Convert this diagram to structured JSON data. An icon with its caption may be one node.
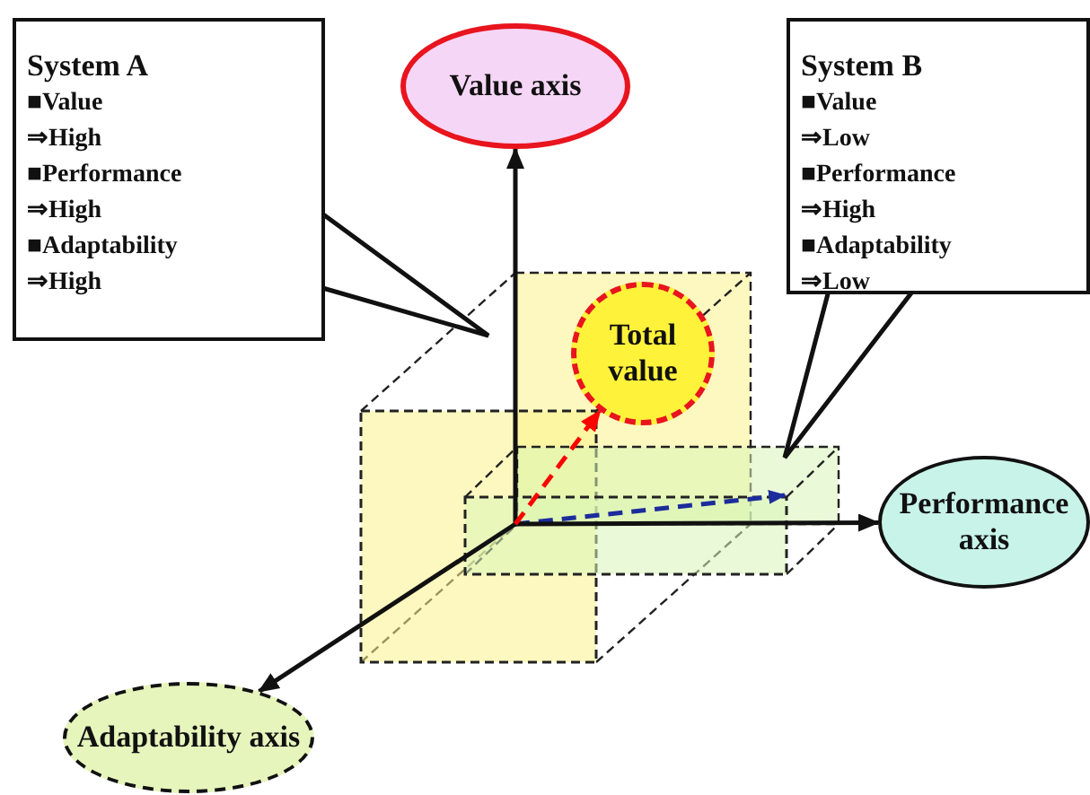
{
  "diagram": {
    "nodes": [
      {
        "text": [
          "System A",
          "■Value",
          "⇒High",
          "■Performance",
          "⇒High",
          "■Adaptability",
          "⇒High"
        ]
      },
      {
        "text": [
          "Value axis"
        ]
      },
      {
        "text": [
          "System B",
          "■Value",
          "⇒Low",
          "■Performance",
          "⇒High",
          "■Adaptability",
          "⇒Low"
        ]
      },
      {
        "text": [
          "Total value"
        ]
      },
      {
        "text": [
          "Performance axis"
        ]
      },
      {
        "text": [
          "Adaptability axis"
        ]
      }
    ],
    "edges": [
      {
        "from": null,
        "to": 1,
        "arrow": "to"
      },
      {
        "from": null,
        "to": 4,
        "arrow": "to"
      },
      {
        "from": null,
        "to": 5,
        "arrow": "to"
      },
      {
        "from": null,
        "to": 3,
        "arrow": "to",
        "style": "dashed",
        "color": "#ff0000"
      }
    ]
  }
}
